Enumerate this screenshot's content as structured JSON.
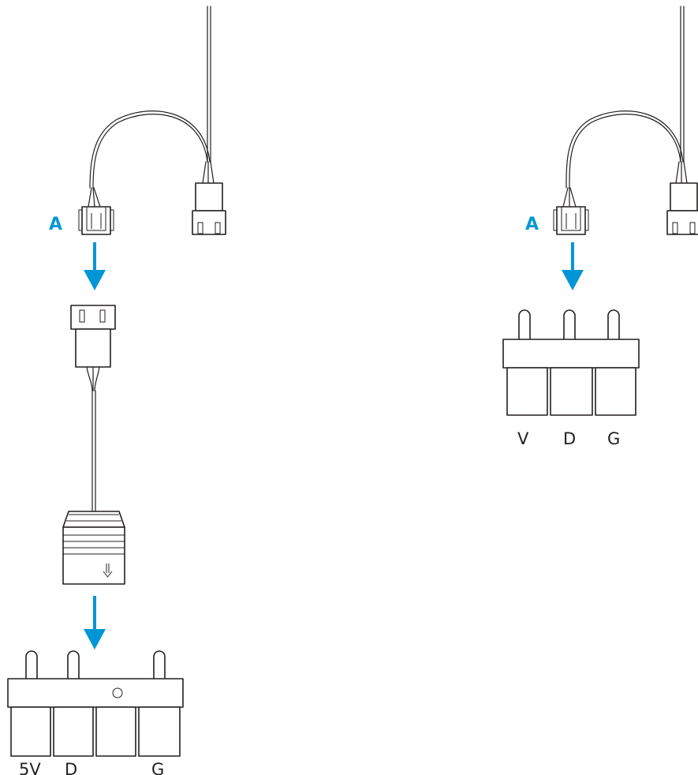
{
  "callouts": {
    "left": "A",
    "right": "A"
  },
  "left_header_labels": [
    "5V",
    "D",
    "G"
  ],
  "right_header_labels": [
    "V",
    "D",
    "G"
  ],
  "colors": {
    "accent": "#0096d6",
    "line": "#231f20",
    "background": "#ffffff"
  },
  "icons": {
    "down_arrow": "down-arrow-icon"
  }
}
